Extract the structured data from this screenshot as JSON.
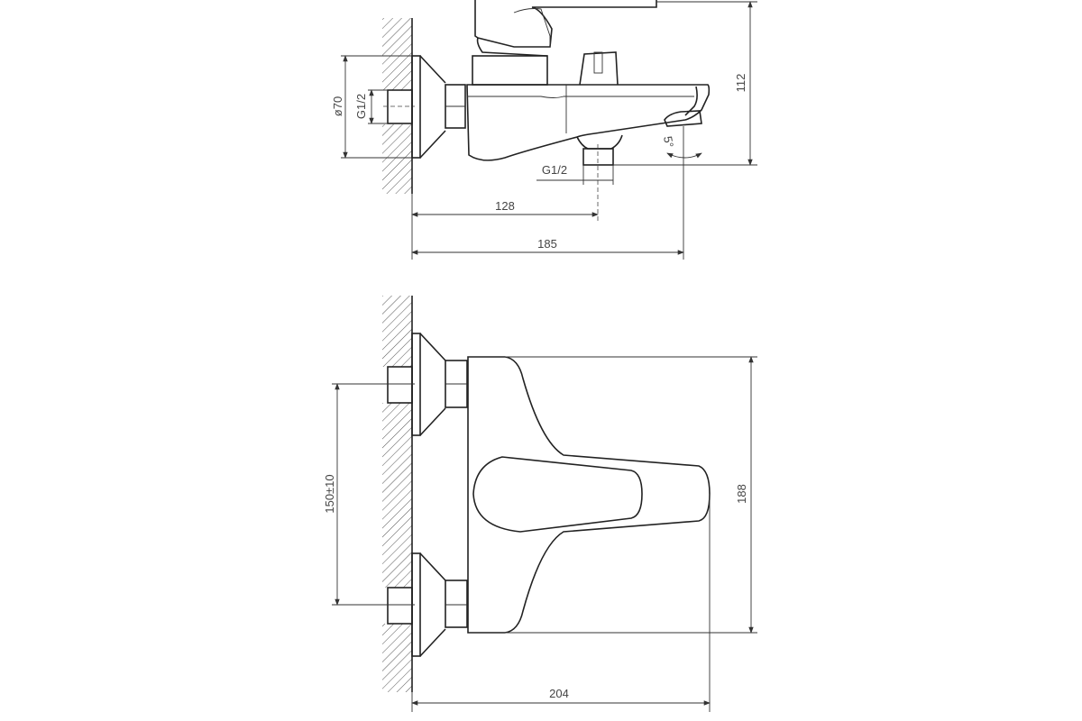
{
  "top_view": {
    "dims": {
      "flange_diameter": "ø70",
      "inlet_thread": "G1/2",
      "outlet_thread": "G1/2",
      "outlet_distance": "128",
      "spout_reach": "185",
      "height": "112",
      "spout_angle": "5°"
    }
  },
  "front_view": {
    "dims": {
      "inlet_spacing": "150±10",
      "body_height": "188",
      "total_depth": "204"
    }
  },
  "colors": {
    "line": "#222222",
    "background": "#ffffff"
  }
}
